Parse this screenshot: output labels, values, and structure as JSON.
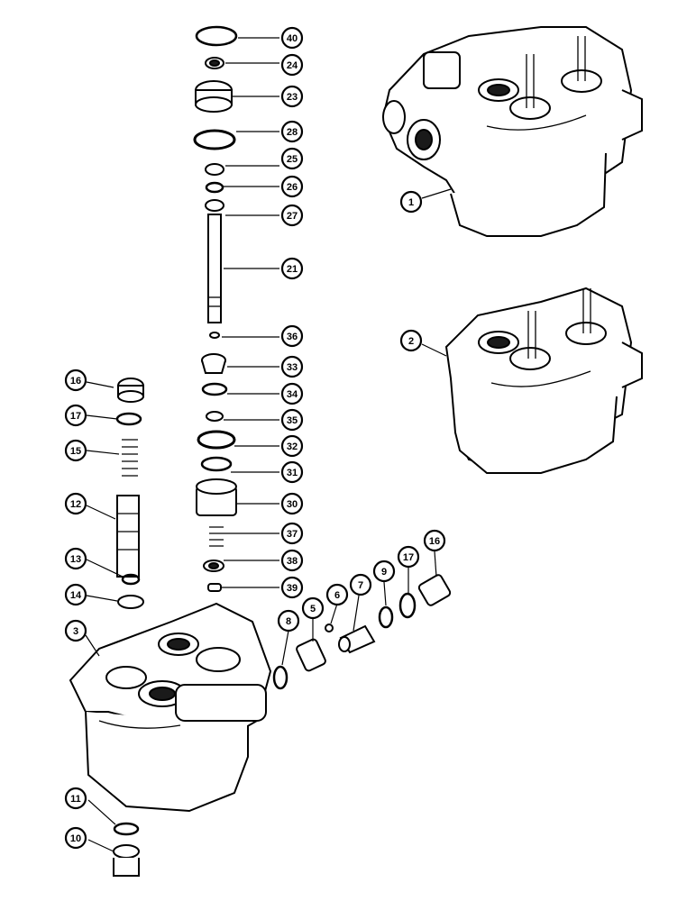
{
  "diagram": {
    "callouts": [
      {
        "id": "c40",
        "label": "40"
      },
      {
        "id": "c24",
        "label": "24"
      },
      {
        "id": "c23",
        "label": "23"
      },
      {
        "id": "c28",
        "label": "28"
      },
      {
        "id": "c25",
        "label": "25"
      },
      {
        "id": "c26",
        "label": "26"
      },
      {
        "id": "c27",
        "label": "27"
      },
      {
        "id": "c21",
        "label": "21"
      },
      {
        "id": "c36",
        "label": "36"
      },
      {
        "id": "c33",
        "label": "33"
      },
      {
        "id": "c34",
        "label": "34"
      },
      {
        "id": "c35",
        "label": "35"
      },
      {
        "id": "c32",
        "label": "32"
      },
      {
        "id": "c31",
        "label": "31"
      },
      {
        "id": "c30",
        "label": "30"
      },
      {
        "id": "c37",
        "label": "37"
      },
      {
        "id": "c38",
        "label": "38"
      },
      {
        "id": "c39",
        "label": "39"
      },
      {
        "id": "c16a",
        "label": "16"
      },
      {
        "id": "c17a",
        "label": "17"
      },
      {
        "id": "c15",
        "label": "15"
      },
      {
        "id": "c12",
        "label": "12"
      },
      {
        "id": "c13",
        "label": "13"
      },
      {
        "id": "c14",
        "label": "14"
      },
      {
        "id": "c3",
        "label": "3"
      },
      {
        "id": "c1",
        "label": "1"
      },
      {
        "id": "c2",
        "label": "2"
      },
      {
        "id": "c8",
        "label": "8"
      },
      {
        "id": "c5",
        "label": "5"
      },
      {
        "id": "c6",
        "label": "6"
      },
      {
        "id": "c7",
        "label": "7"
      },
      {
        "id": "c9",
        "label": "9"
      },
      {
        "id": "c17b",
        "label": "17"
      },
      {
        "id": "c16b",
        "label": "16"
      },
      {
        "id": "c11",
        "label": "11"
      },
      {
        "id": "c10",
        "label": "10"
      }
    ]
  }
}
